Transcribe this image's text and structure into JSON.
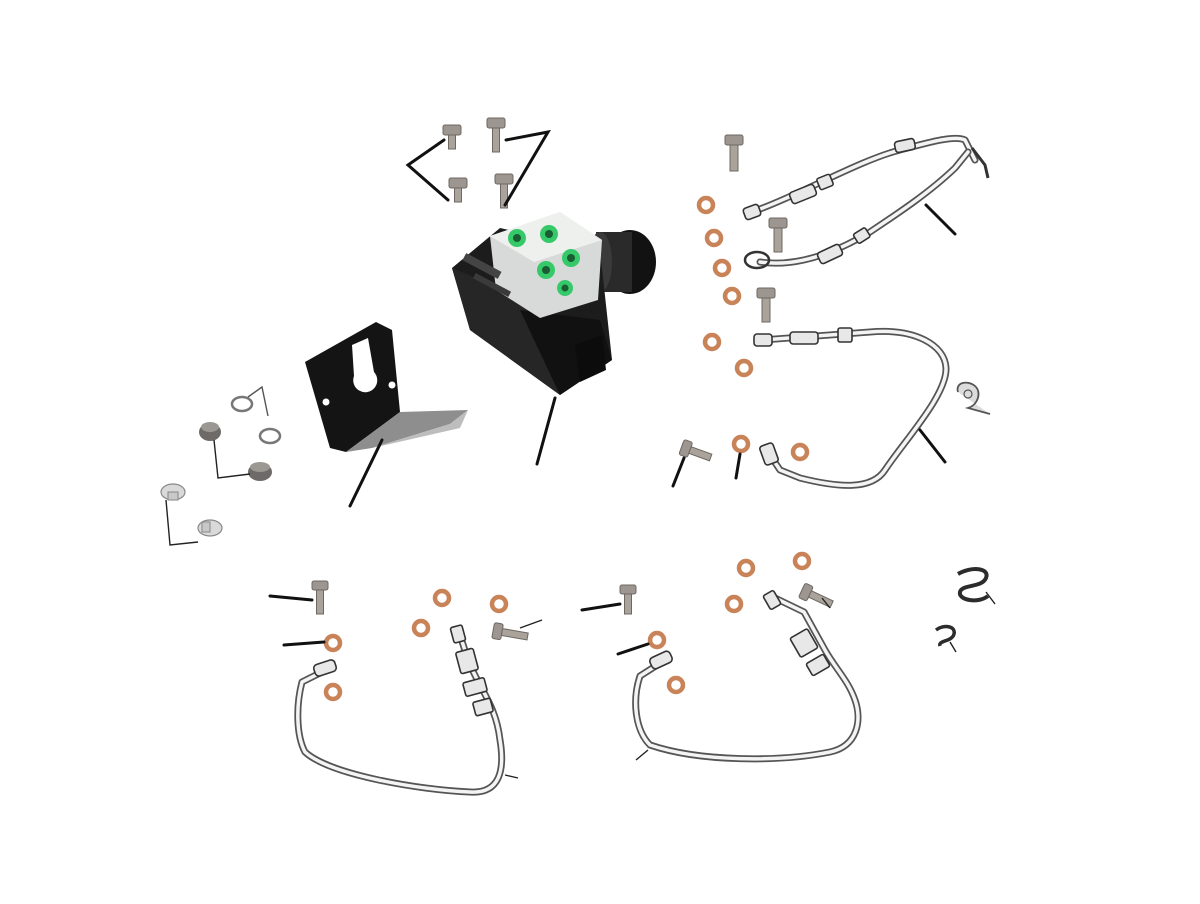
{
  "diagram": {
    "background": "#ffffff",
    "colors": {
      "washer": "#c98358",
      "bolt": "#9d9690",
      "hose_outline": "#555555",
      "abs_unit_body": "#1c1c1c",
      "abs_valve_green": "#35c96a",
      "bracket": "#141414",
      "leader": "#111111"
    },
    "parts": [
      "abs-modulator-unit",
      "abs-mounting-bracket",
      "bracket-bolts",
      "rubber-grommets",
      "front-brake-hose-upper",
      "front-brake-hose-middle",
      "rear-brake-hose-left",
      "rear-brake-hose-right",
      "copper-sealing-washers",
      "banjo-bolts",
      "hose-clamp",
      "hose-clips"
    ]
  }
}
